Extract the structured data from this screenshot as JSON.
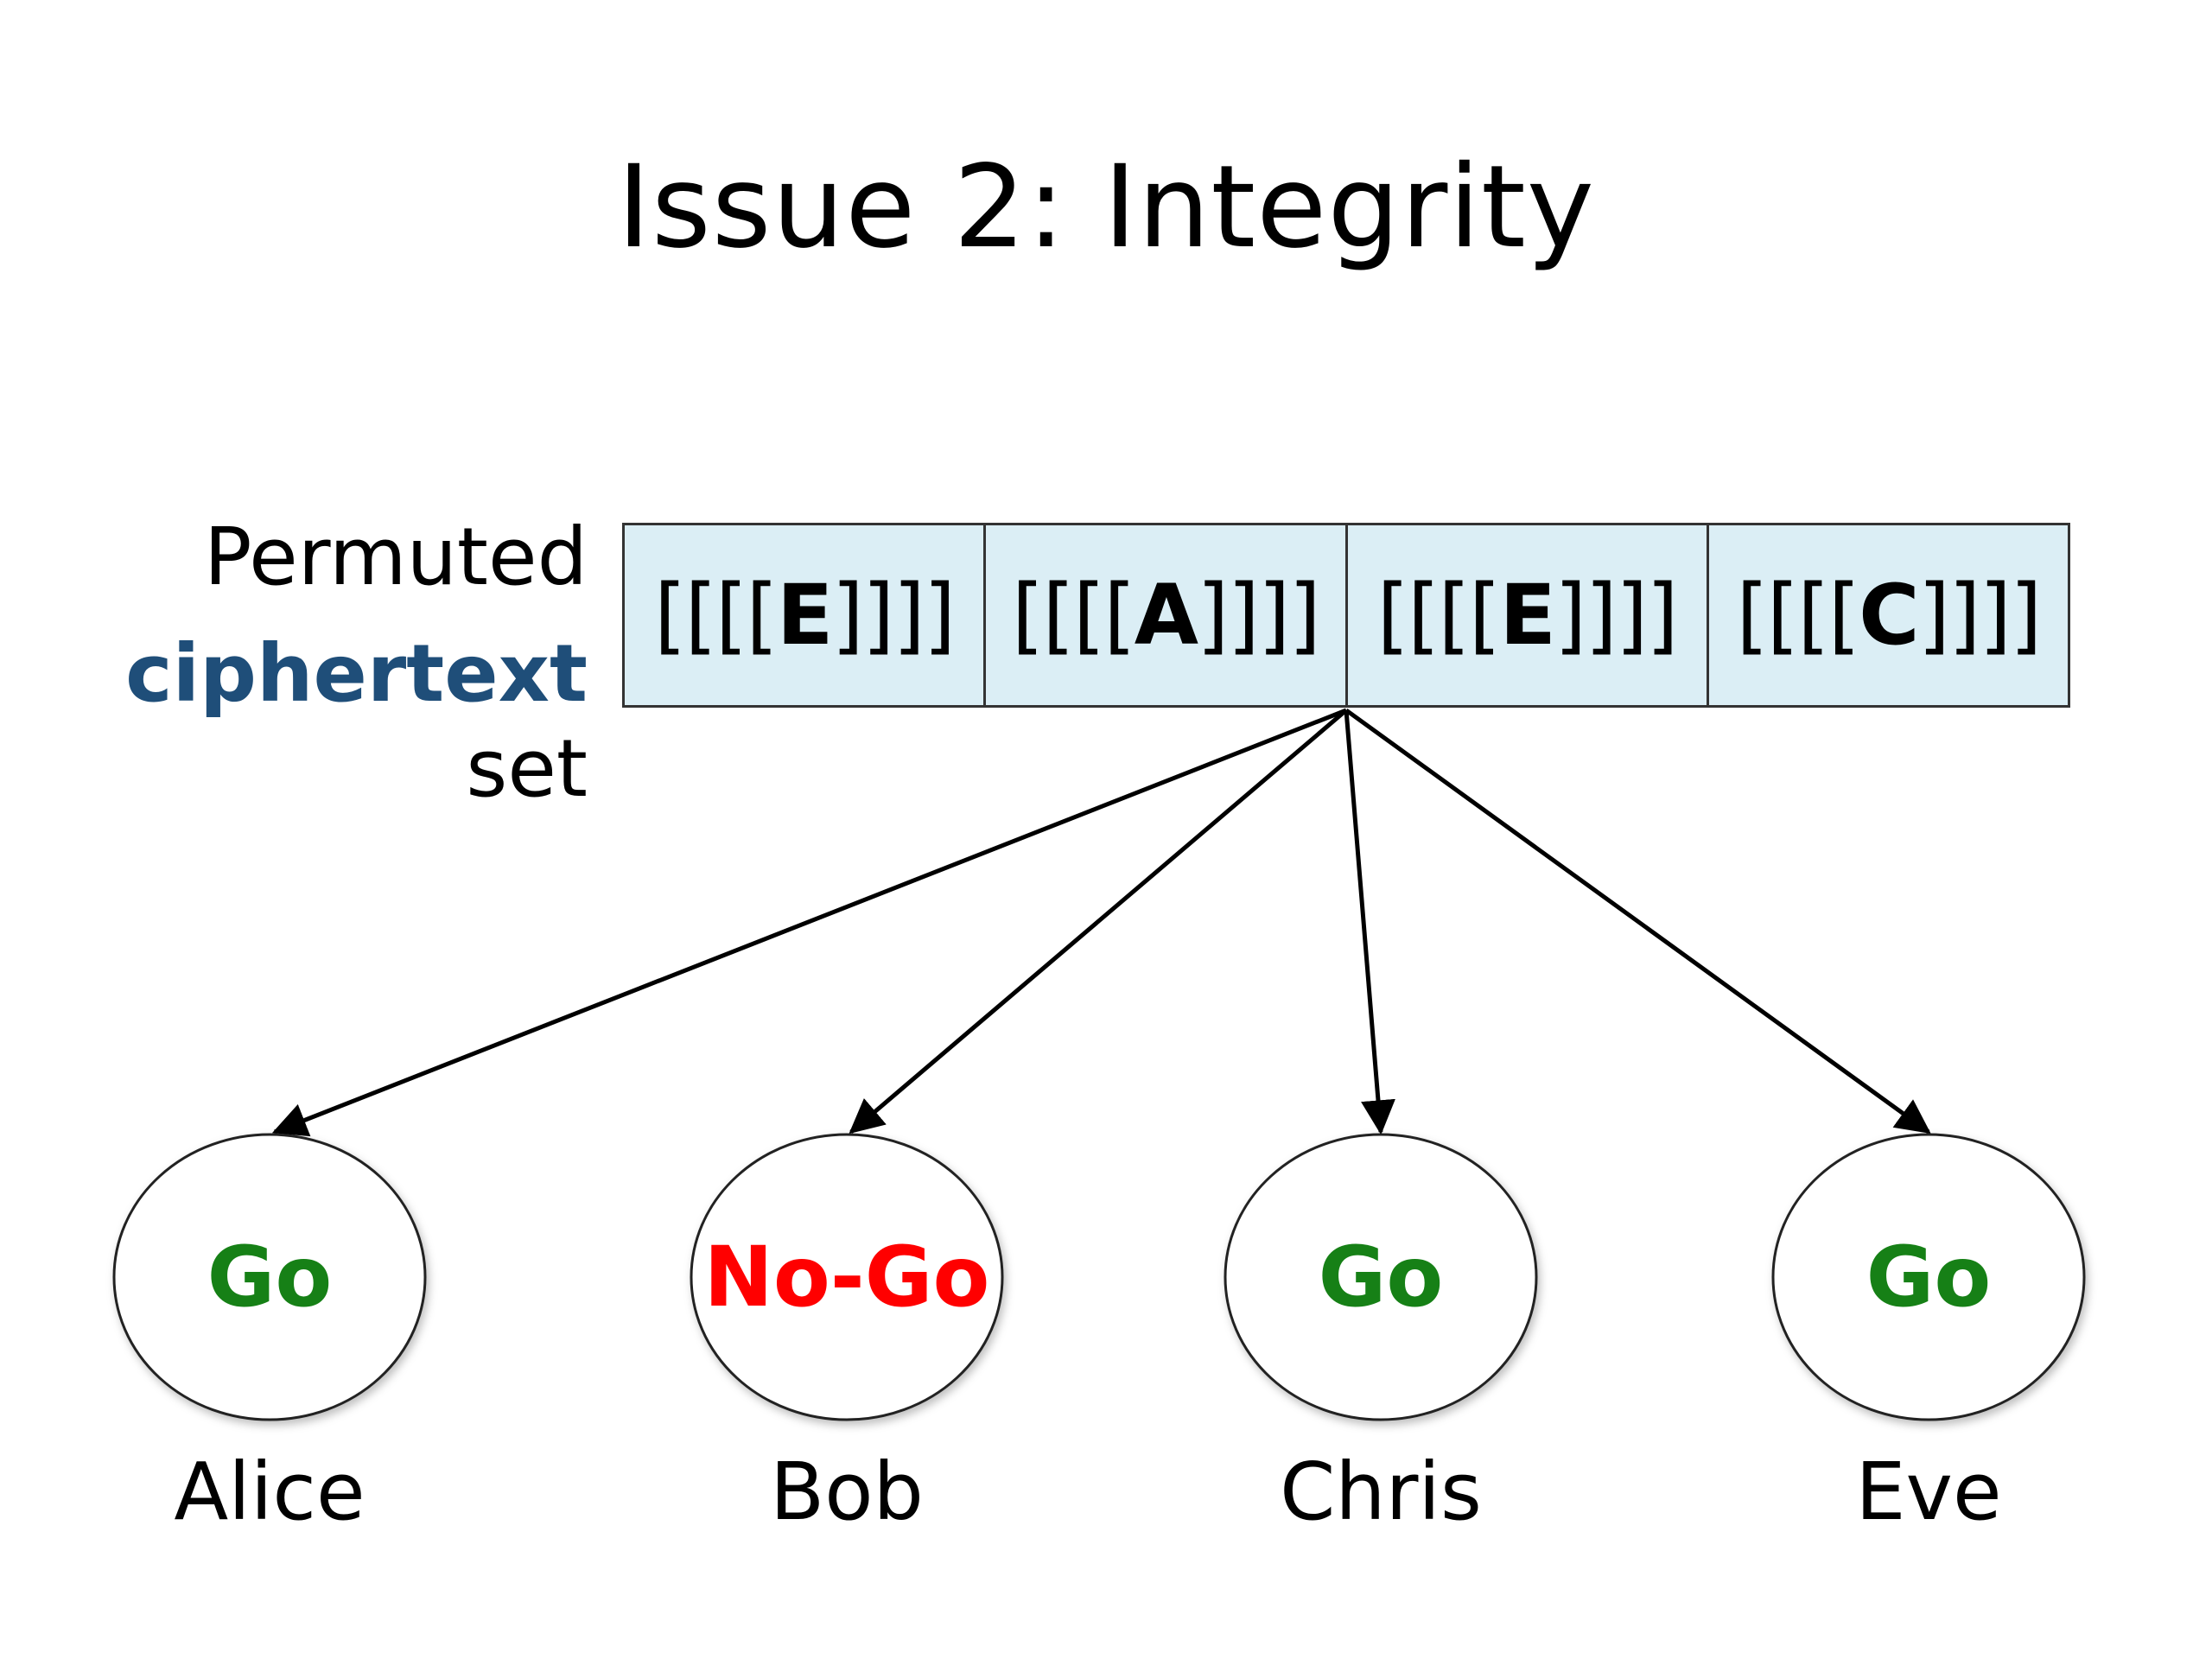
{
  "title": "Issue 2: Integrity",
  "set_label": {
    "line1": "Permuted",
    "accent_word": "ciphertext",
    "line2_rest": "set"
  },
  "colors": {
    "accent": "#1f4e79",
    "go": "#168016",
    "no_go": "#ff0000",
    "cell_fill": "#dbeef5"
  },
  "ciphertexts": [
    {
      "prefix": "[[[[",
      "letter": "E",
      "suffix": "]]]]"
    },
    {
      "prefix": "[[[[",
      "letter": "A",
      "suffix": "]]]]"
    },
    {
      "prefix": "[[[[",
      "letter": "E",
      "suffix": "]]]]"
    },
    {
      "prefix": "[[[[",
      "letter": "C",
      "suffix": "]]]]"
    }
  ],
  "nodes": [
    {
      "verdict": "Go",
      "status": "go",
      "name": "Alice"
    },
    {
      "verdict": "No-Go",
      "status": "no_go",
      "name": "Bob"
    },
    {
      "verdict": "Go",
      "status": "go",
      "name": "Chris"
    },
    {
      "verdict": "Go",
      "status": "go",
      "name": "Eve"
    }
  ]
}
